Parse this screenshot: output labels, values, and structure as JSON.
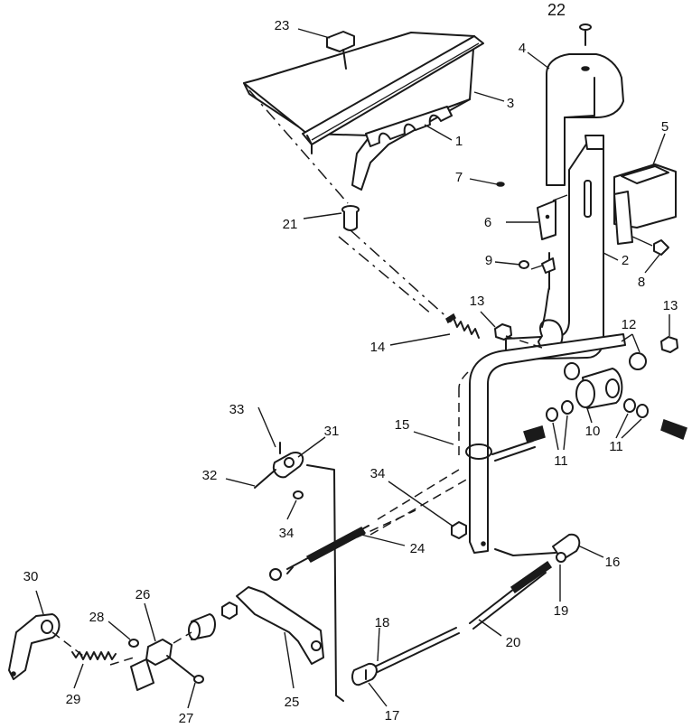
{
  "callouts": {
    "c1": "1",
    "c2": "2",
    "c3": "3",
    "c4": "4",
    "c5": "5",
    "c6": "6",
    "c7": "7",
    "c8": "8",
    "c9": "9",
    "c10": "10",
    "c11a": "11",
    "c11b": "11",
    "c12": "12",
    "c13a": "13",
    "c13b": "13",
    "c14": "14",
    "c15": "15",
    "c16": "16",
    "c17": "17",
    "c18": "18",
    "c19": "19",
    "c20": "20",
    "c21": "21",
    "c22": "22",
    "c23": "23",
    "c24": "24",
    "c25": "25",
    "c26": "26",
    "c27": "27",
    "c28": "28",
    "c29": "29",
    "c30": "30",
    "c31": "31",
    "c32": "32",
    "c33": "33",
    "c34a": "34",
    "c34b": "34"
  }
}
